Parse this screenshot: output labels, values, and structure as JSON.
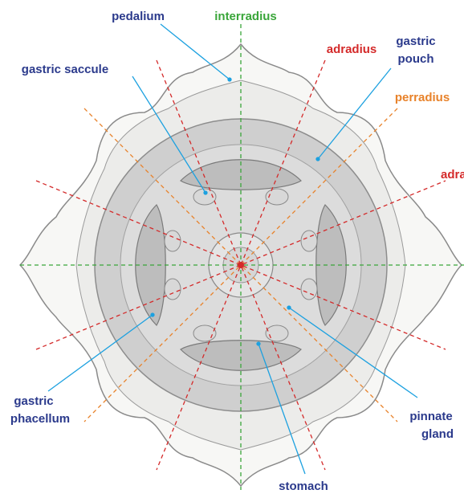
{
  "colors": {
    "interradius": "#3aa63a",
    "adradius": "#d42a2a",
    "perradius": "#e8822a",
    "pointer": "#1da1e0",
    "label_text": "#2b3a8c"
  },
  "axes": {
    "interradius": "interradius",
    "adradius": "adradius",
    "adradius_right_cut": "adra",
    "perradius": "perradius"
  },
  "parts": {
    "pedalium": "pedalium",
    "gastric_saccule": "gastric saccule",
    "gastric_pouch": [
      "gastric",
      "pouch"
    ],
    "gastric_phacellum": [
      "gastric",
      "phacellum"
    ],
    "pinnate_gland": [
      "pinnate",
      "gland"
    ],
    "stomach": "stomach"
  }
}
